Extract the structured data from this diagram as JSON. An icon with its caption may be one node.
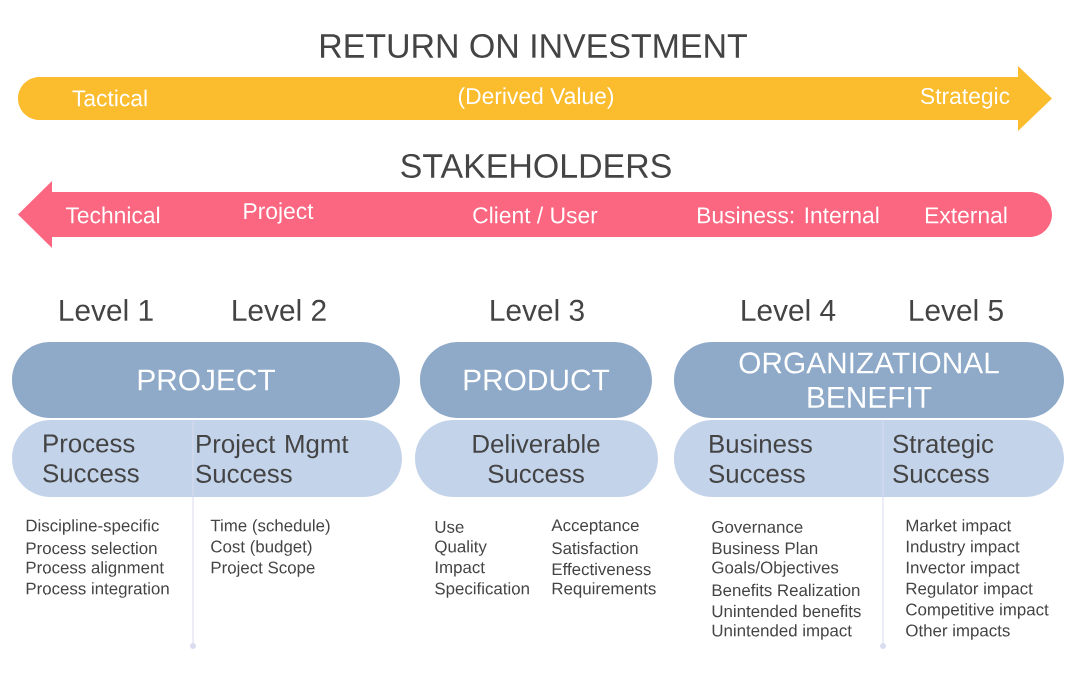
{
  "diagram": {
    "nodes": [
      {
        "text": [
          "RETURN ON INVESTMENT",
          "Tactical",
          "(Derived Value)",
          "Strategic"
        ]
      },
      {
        "text": [
          "STAKEHOLDERS",
          "Technical",
          "Project",
          "Client / User",
          "Business: Internal",
          "External"
        ]
      },
      {
        "text": [
          "PROJECT"
        ]
      },
      {
        "text": [
          "PRODUCT"
        ]
      },
      {
        "text": [
          "ORGANIZATIONAL BENEFIT"
        ]
      },
      {
        "text": [
          "Process Success"
        ],
        "beside": [
          "Discipline-specific",
          "Process selection",
          "Process alignment",
          "Process integration"
        ]
      },
      {
        "text": [
          "Project Mgmt Success"
        ],
        "beside": [
          "Time (schedule)",
          "Cost (budget)",
          "Project Scope"
        ]
      },
      {
        "text": [
          "Deliverable Success"
        ],
        "beside": [
          "Use",
          "Quality",
          "Impact",
          "Specification",
          "Acceptance",
          "Satisfaction",
          "Effectiveness",
          "Requirements"
        ]
      },
      {
        "text": [
          "Business Success"
        ],
        "beside": [
          "Governance",
          "Business Plan",
          "Goals/Objectives",
          "Benefits Realization",
          "Unintended benefits",
          "Unintended impact"
        ]
      },
      {
        "text": [
          "Strategic Success"
        ],
        "beside": [
          "Market impact",
          "Industry impact",
          "Invector impact",
          "Regulator impact",
          "Competitive impact",
          "Other impacts"
        ]
      }
    ],
    "labels": [
      "Level 1",
      "Level 2",
      "Level 3",
      "Level 4",
      "Level 5"
    ]
  }
}
